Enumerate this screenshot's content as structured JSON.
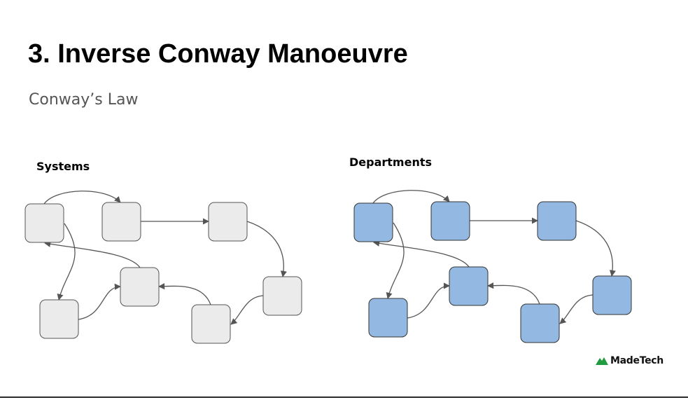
{
  "slide": {
    "title": "3. Inverse Conway Manoeuvre",
    "subtitle": "Conway’s Law"
  },
  "diagrams": [
    {
      "id": "systems",
      "label": "Systems",
      "node_fill": "#ebebeb",
      "node_stroke": "#555555"
    },
    {
      "id": "departments",
      "label": "Departments",
      "node_fill": "#93b9e2",
      "node_stroke": "#333333"
    }
  ],
  "colors": {
    "edge": "#555555",
    "logo_green": "#1e9c3f"
  },
  "logo": {
    "text": "MadeTech",
    "icon": "mountain-icon"
  }
}
